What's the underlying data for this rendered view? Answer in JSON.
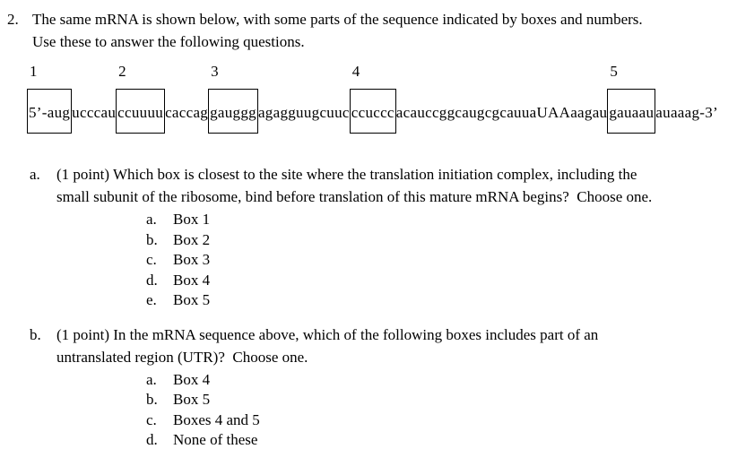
{
  "question": {
    "number": "2.",
    "prompt_lines": [
      "The same mRNA is shown below, with some parts of the sequence indicated by boxes and numbers.",
      "Use these to answer the following questions."
    ]
  },
  "sequence": {
    "full": "5’-augucccauccuuuucaccaggaugggagagguugcuucccucccacauccggcaugcgcauuaUAAaagaugauaauauaaag-3’",
    "segments": [
      {
        "text": "5’-aug",
        "boxed": true,
        "number": "1"
      },
      {
        "text": "ucccau",
        "boxed": false
      },
      {
        "text": "ccuuuu",
        "boxed": true,
        "number": "2"
      },
      {
        "text": "caccag",
        "boxed": false
      },
      {
        "text": "gauggg",
        "boxed": true,
        "number": "3"
      },
      {
        "text": "agagguugcuuc",
        "boxed": false
      },
      {
        "text": "ccuccc",
        "boxed": true,
        "number": "4"
      },
      {
        "text": "acauccggcaugcgcauuaUAAaagau",
        "boxed": false
      },
      {
        "text": "gauaau",
        "boxed": true,
        "number": "5"
      },
      {
        "text": "auaaag-3’",
        "boxed": false
      }
    ]
  },
  "question_a": {
    "label": "a.",
    "prompt_lines": [
      "(1 point) Which box is closest to the site where the translation initiation complex, including the",
      "small subunit of the ribosome, bind before translation of this mature mRNA begins?  Choose one."
    ],
    "options": [
      {
        "letter": "a.",
        "label": "Box 1"
      },
      {
        "letter": "b.",
        "label": "Box 2"
      },
      {
        "letter": "c.",
        "label": "Box 3"
      },
      {
        "letter": "d.",
        "label": "Box 4"
      },
      {
        "letter": "e.",
        "label": "Box 5"
      }
    ]
  },
  "question_b": {
    "label": "b.",
    "prompt_lines": [
      "(1 point) In the mRNA sequence above, which of the following boxes includes part of an",
      "untranslated region (UTR)?  Choose one."
    ],
    "options": [
      {
        "letter": "a.",
        "label": "Box 4"
      },
      {
        "letter": "b.",
        "label": "Box 5"
      },
      {
        "letter": "c.",
        "label": "Boxes 4 and 5"
      },
      {
        "letter": "d.",
        "label": "None of these"
      }
    ]
  }
}
